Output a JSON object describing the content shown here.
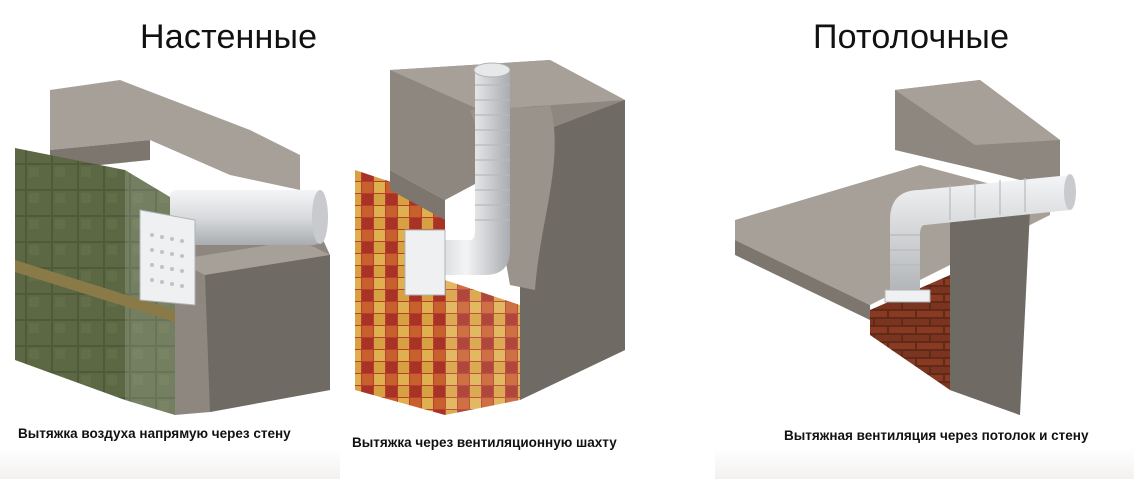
{
  "headings": {
    "wall": "Настенные",
    "ceiling": "Потолочные"
  },
  "illustrations": [
    {
      "id": "wall-direct",
      "caption": "Вытяжка воздуха напрямую через стену"
    },
    {
      "id": "shaft",
      "caption": "Вытяжка через вентиляционную шахту"
    },
    {
      "id": "ceiling-wall",
      "caption": "Вытяжная вентиляция через потолок и стену"
    }
  ],
  "colors": {
    "concrete": "#8d8780",
    "concrete_top": "#a7a098",
    "concrete_dark": "#6f6a64",
    "tile_green": "#4f5a3a",
    "tile_red": "#b5402c",
    "tile_yellow": "#d7a040",
    "tile_brick": "#8a3a22",
    "duct": "#e2e4e6"
  }
}
